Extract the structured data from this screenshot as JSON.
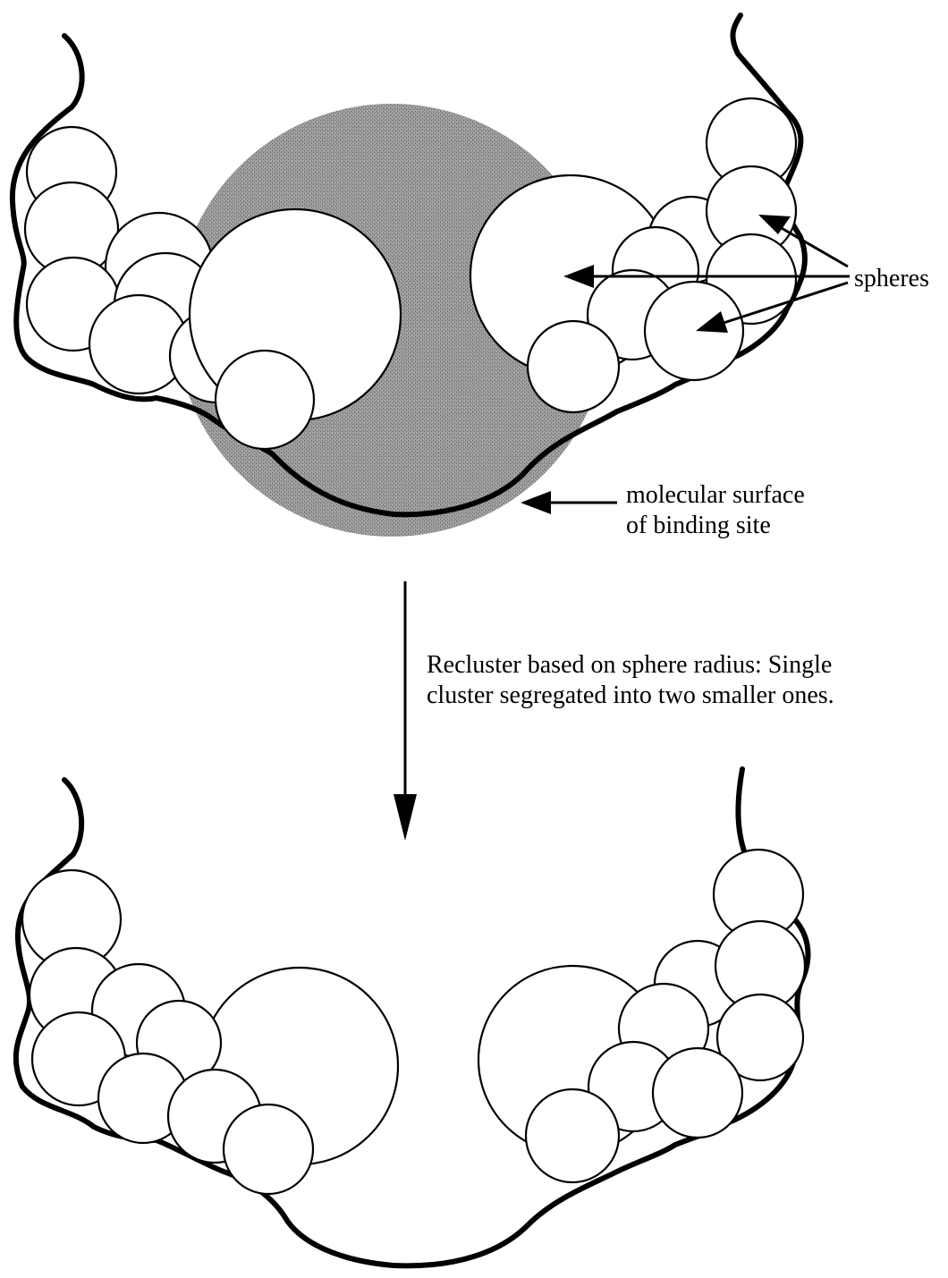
{
  "labels": {
    "spheres": "spheres",
    "surface_line1": "molecular surface",
    "surface_line2": "of binding site",
    "recluster_line1": "Recluster based on sphere radius: Single",
    "recluster_line2": "cluster segregated into two smaller ones."
  },
  "colors": {
    "binding_region": "#8c8c8c",
    "line": "#000000",
    "sphere_fill": "#ffffff"
  }
}
